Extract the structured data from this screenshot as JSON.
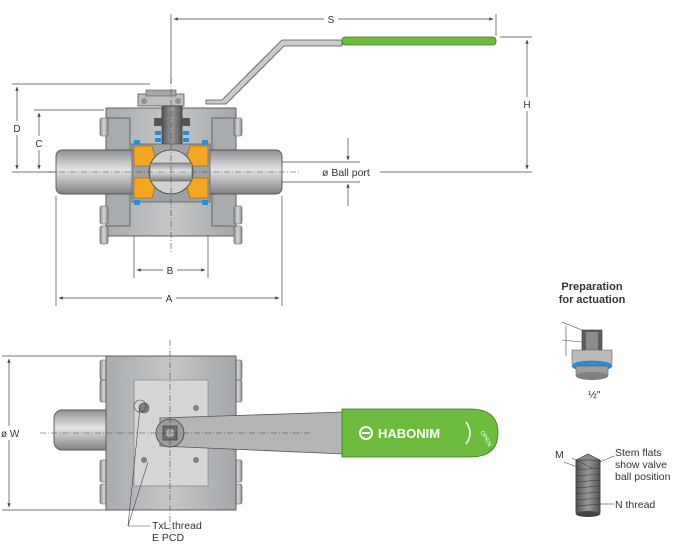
{
  "dimensions": {
    "S": "S",
    "H": "H",
    "D": "D",
    "C": "C",
    "B": "B",
    "A": "A",
    "W": "ø W",
    "M": "M"
  },
  "labels": {
    "ball_port": "ø Ball port",
    "txl_thread": "TxL thread",
    "e_pcd": "E PCD",
    "prep_line1": "Preparation",
    "prep_line2": "for actuation",
    "half_inch": "½\"",
    "stem_flats_1": "Stem flats",
    "stem_flats_2": "show valve",
    "stem_flats_3": "ball position",
    "n_thread": "N thread"
  },
  "logo": {
    "brand": "HABONIM",
    "open": "OPEN"
  },
  "colors": {
    "body": "#b4b6b8",
    "body_dark": "#8f9295",
    "handle_green": "#6cbb3c",
    "seat_orange": "#f5a623",
    "seal_blue": "#2a8fd6",
    "line": "#444444"
  }
}
